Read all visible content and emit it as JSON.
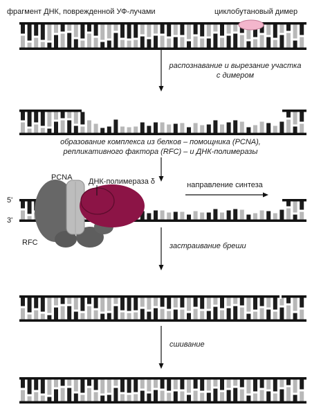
{
  "labels": {
    "damaged_fragment": "фрагмент ДНК, поврежденной УФ-лучами",
    "dimer": "циклобутановый димер",
    "step1_line1": "распознавание и вырезание участка",
    "step1_line2": "с димером",
    "step2_line1": "образование комплекса из белков – помощника (PCNA),",
    "step2_line2": "репликативного фактора (RFC) – и ДНК-полимеразы",
    "pcna": "PCNA",
    "polymerase": "ДНК-полимераза δ",
    "synthesis_direction": "направление синтеза",
    "five_prime": "5'",
    "three_prime": "3'",
    "rfc": "RFC",
    "step3": "застраивание бреши",
    "step4": "сшивание"
  },
  "colors": {
    "backbone": "#111111",
    "base_dark": "#1c1c1c",
    "base_light": "#b8b8b8",
    "dimer": "#f3b6cc",
    "polymerase": "#8c1446",
    "rfc": "#676767",
    "pcna": "#bdbdbd"
  }
}
